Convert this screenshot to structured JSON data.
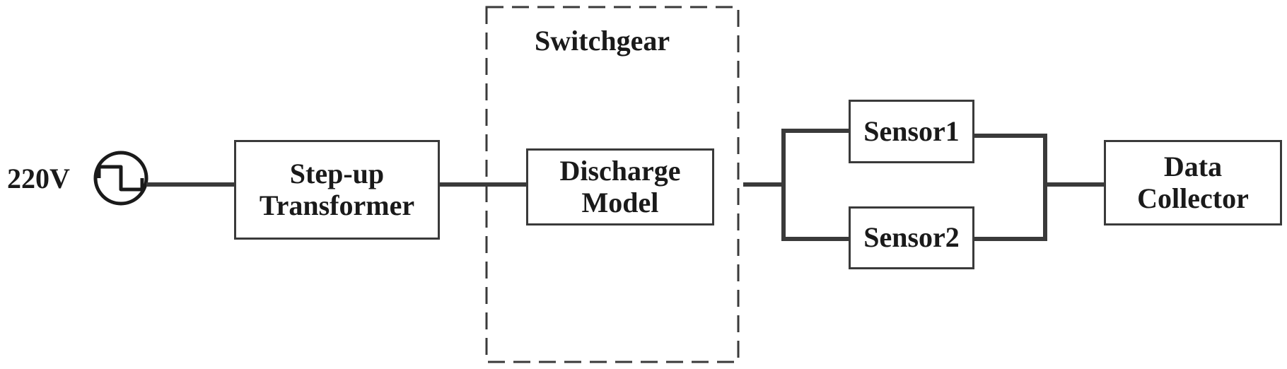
{
  "source": {
    "label": "220V",
    "icon": "ac-source-icon"
  },
  "group": {
    "label": "Switchgear"
  },
  "blocks": {
    "transformer": {
      "line1": "Step-up",
      "line2": "Transformer"
    },
    "discharge_model": {
      "line1": "Discharge",
      "line2": "Model"
    },
    "sensor1": {
      "label": "Sensor1"
    },
    "sensor2": {
      "label": "Sensor2"
    },
    "data_collector": {
      "line1": "Data",
      "line2": "Collector"
    }
  },
  "colors": {
    "line": "#3a3a3a",
    "text": "#1a1a1a",
    "background": "#ffffff"
  }
}
